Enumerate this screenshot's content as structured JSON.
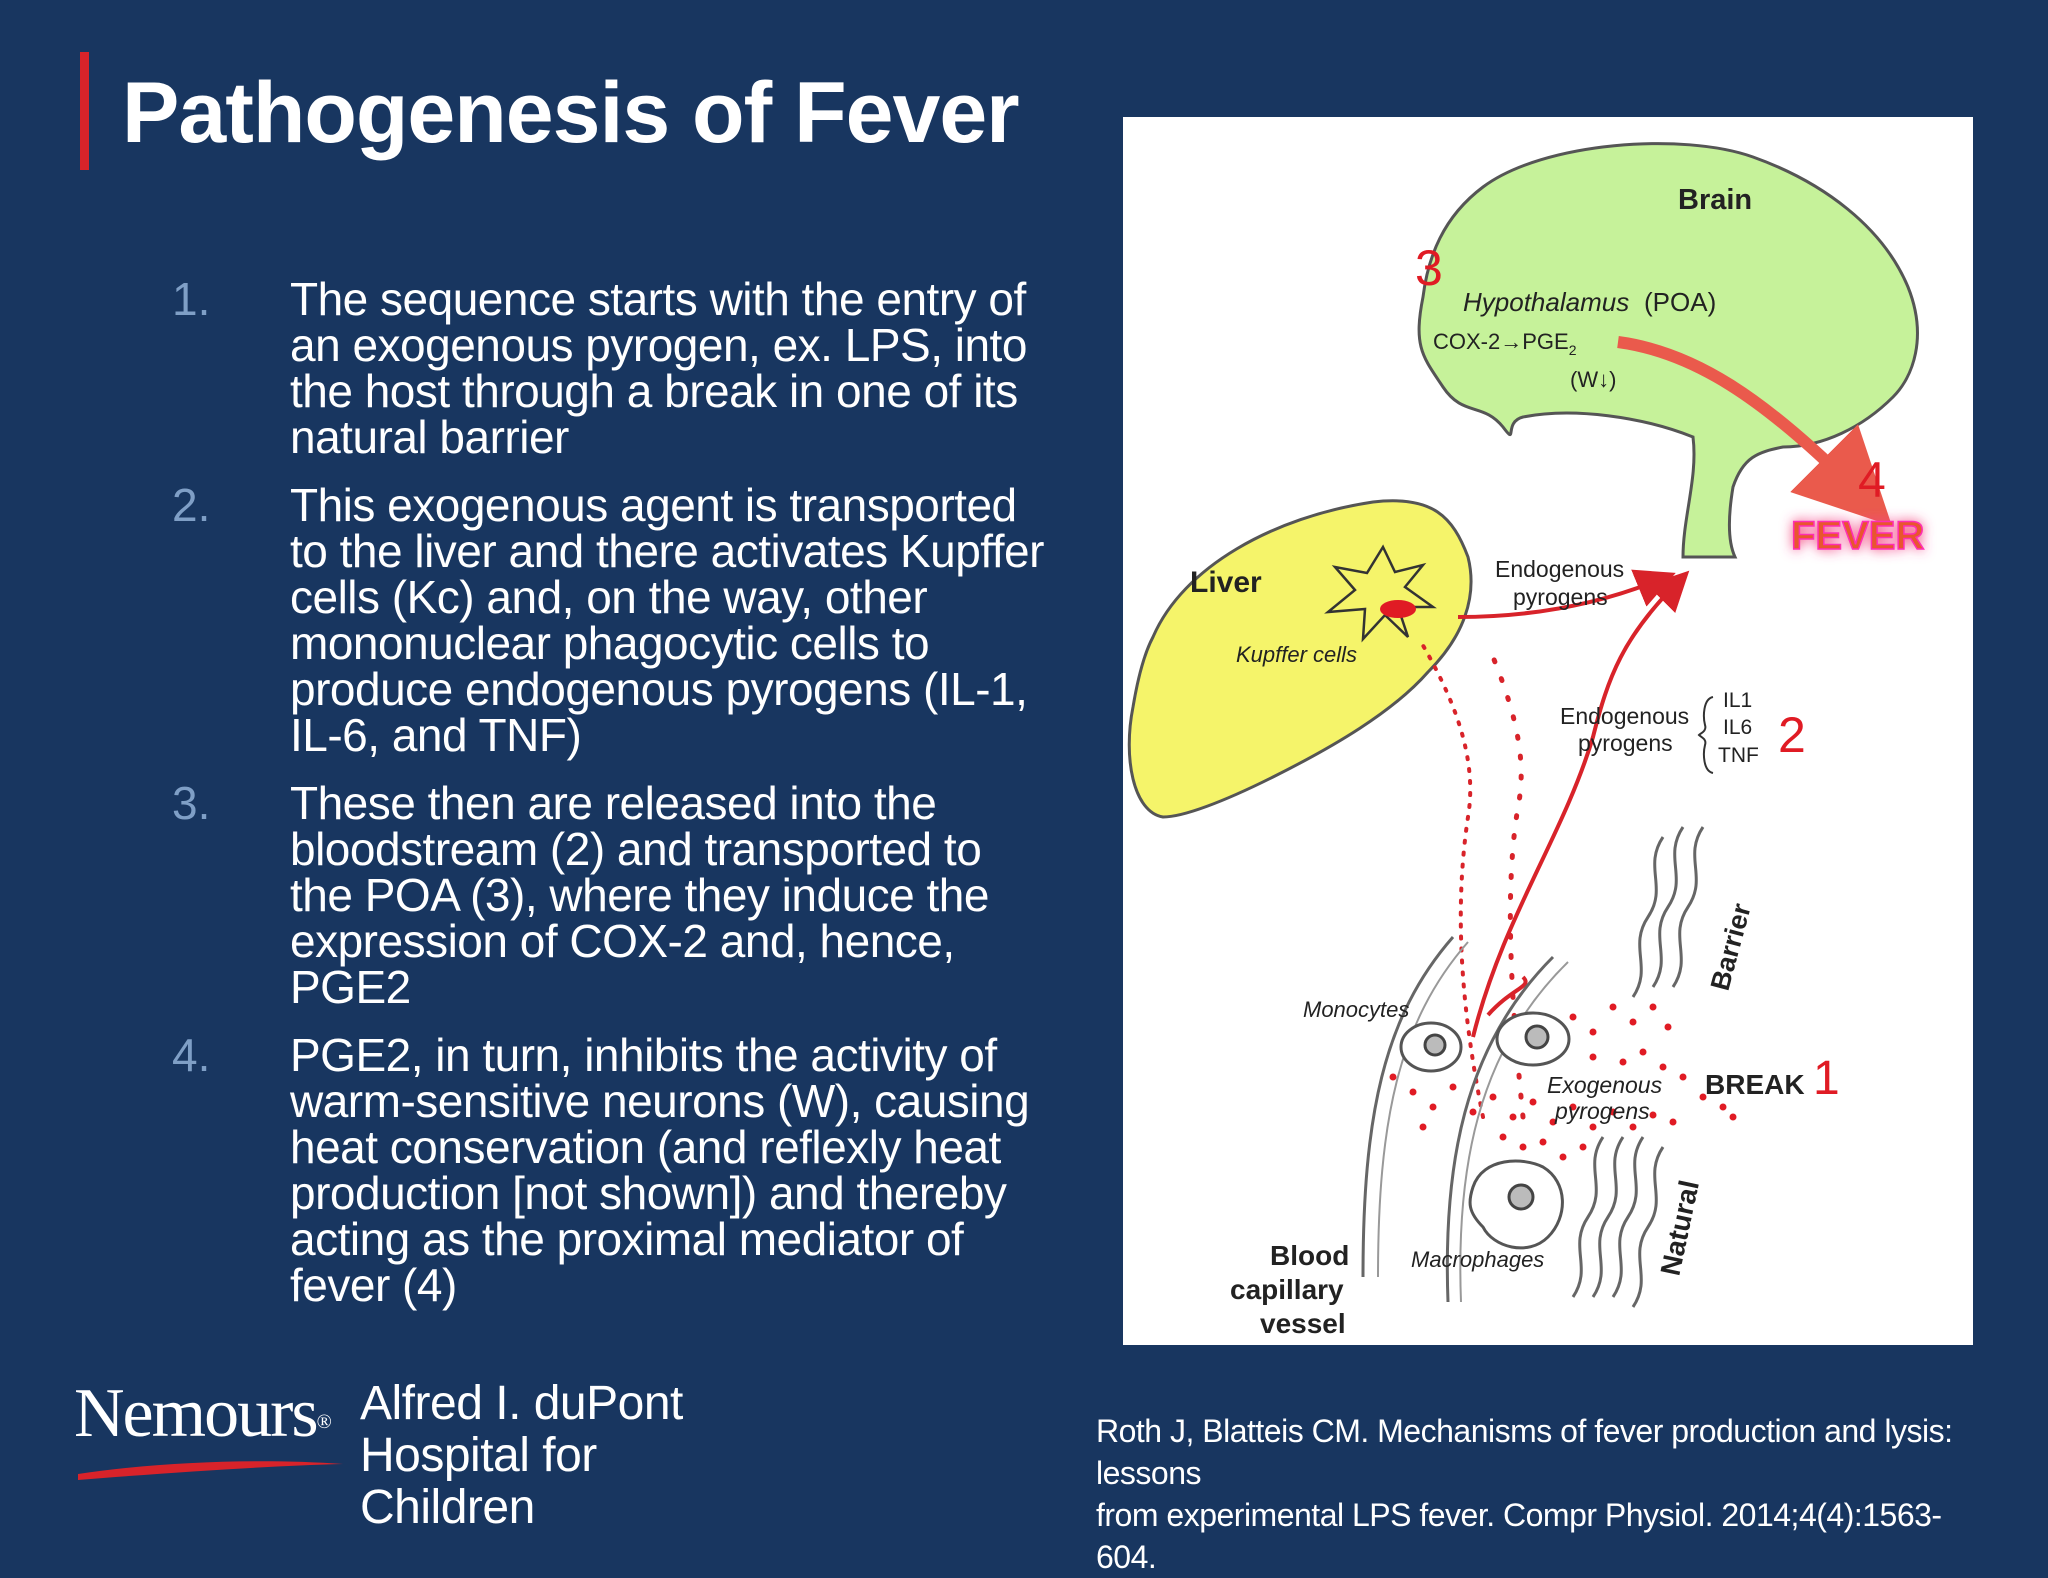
{
  "slide": {
    "title": "Pathogenesis of Fever",
    "steps": [
      {
        "num": "1.",
        "text": "The sequence starts with the entry of an exogenous pyrogen, ex. LPS, into the host through a break in one of its natural barrier"
      },
      {
        "num": "2.",
        "text": "This exogenous agent is transported to the liver and there activates Kupffer cells (Kc) and, on the way, other mononuclear phagocytic cells to produce endogenous pyrogens (IL-1, IL-6, and TNF)"
      },
      {
        "num": "3.",
        "text": "These then are released into the bloodstream (2) and transported to the POA (3), where they induce the expression of COX-2 and, hence, PGE2"
      },
      {
        "num": "4.",
        "text": "PGE2, in turn, inhibits the activity of warm-sensitive neurons (W), causing heat conservation (and reflexly heat production [not shown]) and thereby acting as the proximal mediator of fever (4)"
      }
    ]
  },
  "diagram": {
    "brain": "Brain",
    "num3": "3",
    "hypothalamus": "Hypothalamus",
    "poa": "(POA)",
    "cox": "COX-2→PGE",
    "cox_sub": "2",
    "w": "(W↓)",
    "num4": "4",
    "fever": "FEVER",
    "liver": "Liver",
    "kupffer": "Kupffer cells",
    "endo1_line1": "Endogenous",
    "endo1_line2": "pyrogens",
    "endo2_line1": "Endogenous",
    "endo2_line2": "pyrogens",
    "il1": "IL1",
    "il6": "IL6",
    "tnf": "TNF",
    "num2": "2",
    "barrier": "Barrier",
    "monocytes": "Monocytes",
    "break": "BREAK",
    "num1": "1",
    "exo_line1": "Exogenous",
    "exo_line2": "pyrogens",
    "natural": "Natural",
    "blood_line1": "Blood",
    "blood_line2": "capillary",
    "blood_line3": "vessel",
    "macrophages": "Macrophages"
  },
  "logo": {
    "name": "Nemours",
    "mark": "®",
    "hospital_line1": "Alfred I. duPont",
    "hospital_line2": "Hospital for Children"
  },
  "citation": {
    "line1": "Roth J, Blatteis CM. Mechanisms of fever production and lysis: lessons",
    "line2": "from experimental LPS fever. Compr Physiol. 2014;4(4):1563-604."
  },
  "colors": {
    "background": "#183660",
    "accent": "#d8232a",
    "step_number": "#7f9fc6",
    "brain": "#c6f29a",
    "liver": "#f5f46a",
    "pathway": "#d8232a"
  }
}
